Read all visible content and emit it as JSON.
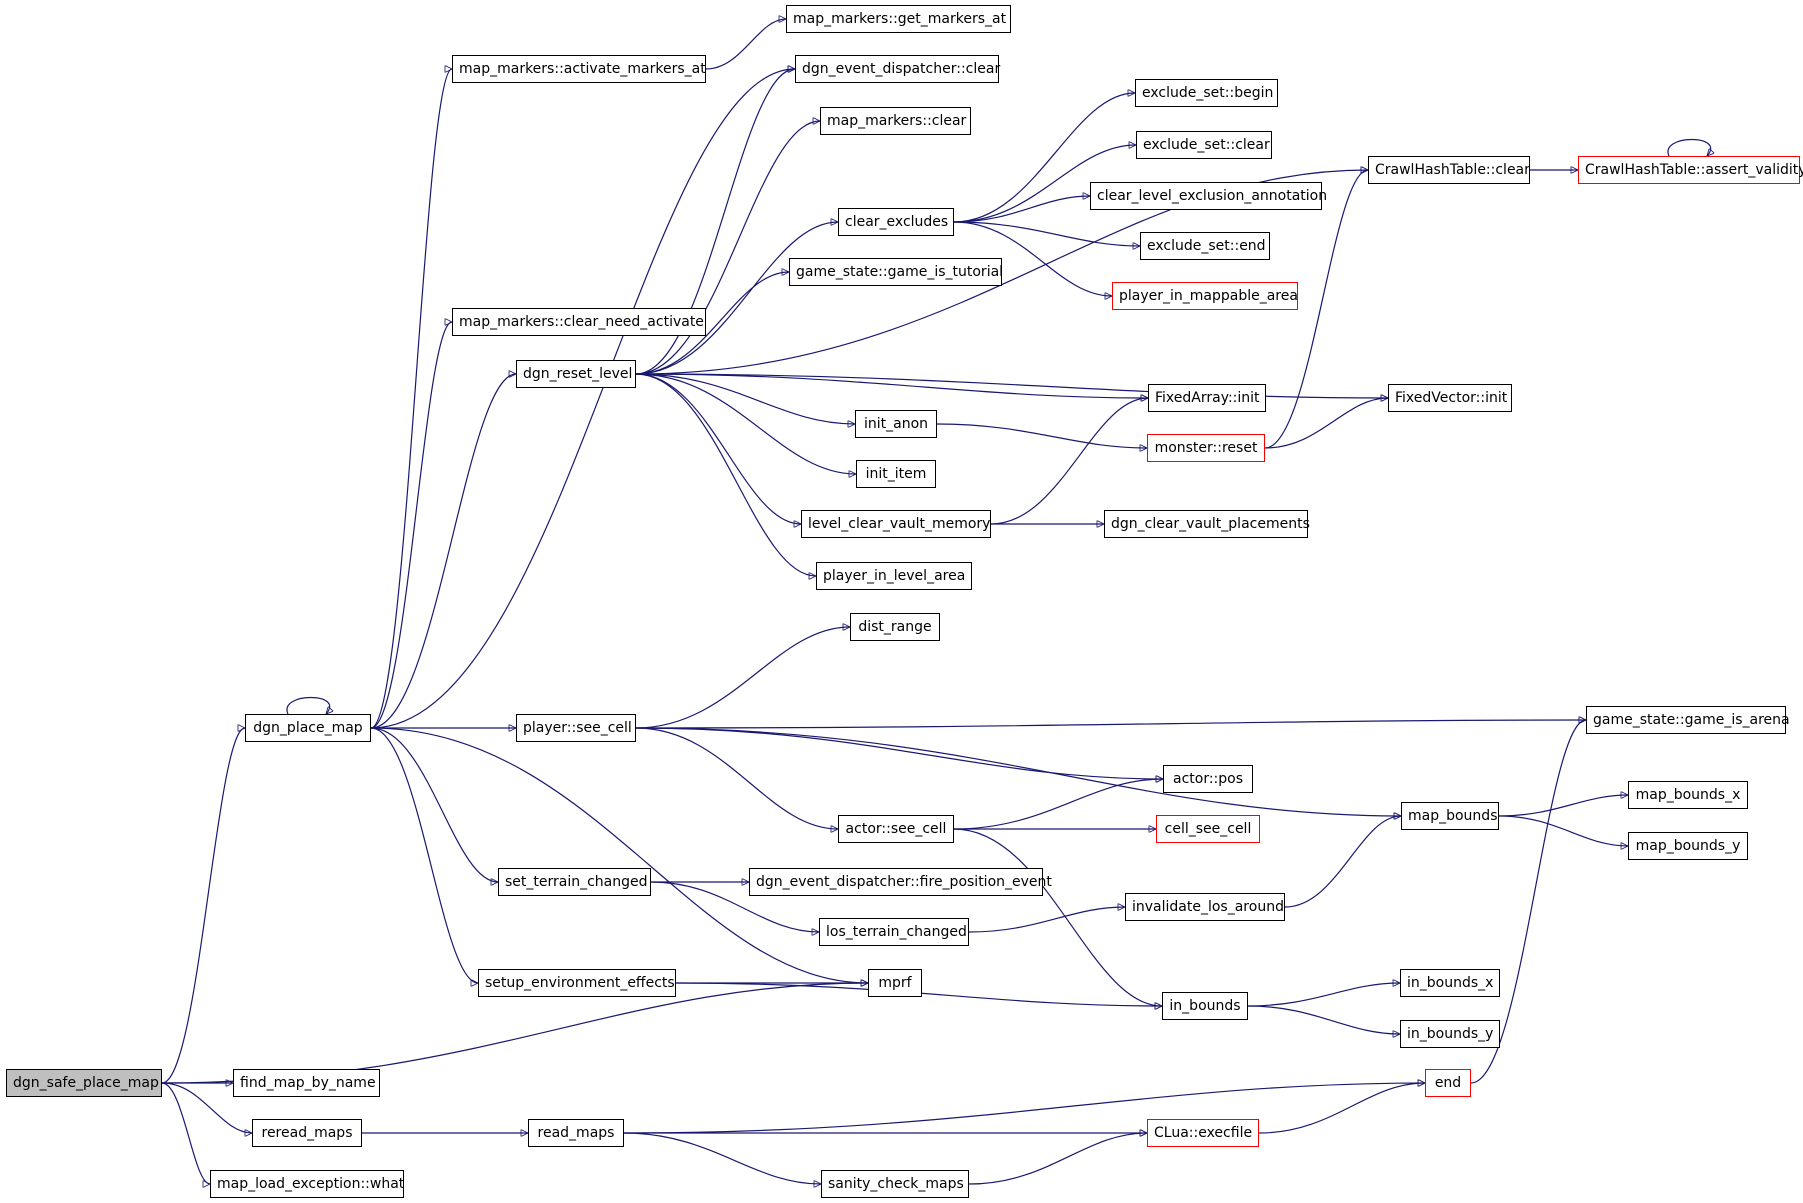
{
  "nodes": [
    {
      "id": "dgn_safe_place_map",
      "label": "dgn_safe_place_map",
      "style": "root"
    },
    {
      "id": "dgn_place_map",
      "label": "dgn_place_map"
    },
    {
      "id": "find_map_by_name",
      "label": "find_map_by_name"
    },
    {
      "id": "reread_maps",
      "label": "reread_maps"
    },
    {
      "id": "map_load_exception_what",
      "label": "map_load_exception::what"
    },
    {
      "id": "map_markers_activate_markers_at",
      "label": "map_markers::activate_markers_at"
    },
    {
      "id": "map_markers_clear_need_activate",
      "label": "map_markers::clear_need_activate"
    },
    {
      "id": "dgn_reset_level",
      "label": "dgn_reset_level"
    },
    {
      "id": "player_see_cell",
      "label": "player::see_cell"
    },
    {
      "id": "set_terrain_changed",
      "label": "set_terrain_changed"
    },
    {
      "id": "setup_environment_effects",
      "label": "setup_environment_effects"
    },
    {
      "id": "read_maps",
      "label": "read_maps"
    },
    {
      "id": "map_markers_get_markers_at",
      "label": "map_markers::get_markers_at"
    },
    {
      "id": "dgn_event_dispatcher_clear",
      "label": "dgn_event_dispatcher::clear"
    },
    {
      "id": "map_markers_clear",
      "label": "map_markers::clear"
    },
    {
      "id": "clear_excludes",
      "label": "clear_excludes"
    },
    {
      "id": "game_state_game_is_tutorial",
      "label": "game_state::game_is_tutorial"
    },
    {
      "id": "init_anon",
      "label": "init_anon"
    },
    {
      "id": "init_item",
      "label": "init_item"
    },
    {
      "id": "level_clear_vault_memory",
      "label": "level_clear_vault_memory"
    },
    {
      "id": "player_in_level_area",
      "label": "player_in_level_area"
    },
    {
      "id": "dist_range",
      "label": "dist_range"
    },
    {
      "id": "actor_see_cell",
      "label": "actor::see_cell"
    },
    {
      "id": "dgn_event_dispatcher_fire_position_event",
      "label": "dgn_event_dispatcher::fire_position_event"
    },
    {
      "id": "los_terrain_changed",
      "label": "los_terrain_changed"
    },
    {
      "id": "mprf",
      "label": "mprf"
    },
    {
      "id": "sanity_check_maps",
      "label": "sanity_check_maps"
    },
    {
      "id": "exclude_set_begin",
      "label": "exclude_set::begin"
    },
    {
      "id": "exclude_set_clear",
      "label": "exclude_set::clear"
    },
    {
      "id": "clear_level_exclusion_annotation",
      "label": "clear_level_exclusion_annotation"
    },
    {
      "id": "exclude_set_end",
      "label": "exclude_set::end"
    },
    {
      "id": "player_in_mappable_area",
      "label": "player_in_mappable_area",
      "style": "red"
    },
    {
      "id": "fixedarray_init",
      "label": "FixedArray::init"
    },
    {
      "id": "monster_reset",
      "label": "monster::reset",
      "style": "red"
    },
    {
      "id": "dgn_clear_vault_placements",
      "label": "dgn_clear_vault_placements"
    },
    {
      "id": "actor_pos",
      "label": "actor::pos"
    },
    {
      "id": "cell_see_cell",
      "label": "cell_see_cell",
      "style": "red"
    },
    {
      "id": "invalidate_los_around",
      "label": "invalidate_los_around"
    },
    {
      "id": "in_bounds",
      "label": "in_bounds"
    },
    {
      "id": "clua_execfile",
      "label": "CLua::execfile",
      "style": "red"
    },
    {
      "id": "crawlhashtable_clear",
      "label": "CrawlHashTable::clear"
    },
    {
      "id": "fixedvector_init",
      "label": "FixedVector::init"
    },
    {
      "id": "map_bounds",
      "label": "map_bounds"
    },
    {
      "id": "end",
      "label": "end",
      "style": "red"
    },
    {
      "id": "crawlhashtable_assert_validity",
      "label": "CrawlHashTable::assert_validity",
      "style": "red"
    },
    {
      "id": "game_state_game_is_arena",
      "label": "game_state::game_is_arena"
    },
    {
      "id": "map_bounds_x",
      "label": "map_bounds_x"
    },
    {
      "id": "map_bounds_y",
      "label": "map_bounds_y"
    },
    {
      "id": "in_bounds_x",
      "label": "in_bounds_x"
    },
    {
      "id": "in_bounds_y",
      "label": "in_bounds_y"
    }
  ],
  "edges": [
    [
      "dgn_safe_place_map",
      "dgn_place_map"
    ],
    [
      "dgn_safe_place_map",
      "mprf"
    ],
    [
      "dgn_safe_place_map",
      "find_map_by_name"
    ],
    [
      "dgn_safe_place_map",
      "reread_maps"
    ],
    [
      "dgn_safe_place_map",
      "map_load_exception_what"
    ],
    [
      "dgn_place_map",
      "dgn_place_map"
    ],
    [
      "dgn_place_map",
      "map_markers_activate_markers_at"
    ],
    [
      "dgn_place_map",
      "dgn_event_dispatcher_clear"
    ],
    [
      "dgn_place_map",
      "map_markers_clear_need_activate"
    ],
    [
      "dgn_place_map",
      "dgn_reset_level"
    ],
    [
      "dgn_place_map",
      "player_see_cell"
    ],
    [
      "dgn_place_map",
      "set_terrain_changed"
    ],
    [
      "dgn_place_map",
      "setup_environment_effects"
    ],
    [
      "dgn_place_map",
      "mprf"
    ],
    [
      "map_markers_activate_markers_at",
      "map_markers_get_markers_at"
    ],
    [
      "dgn_reset_level",
      "dgn_event_dispatcher_clear"
    ],
    [
      "dgn_reset_level",
      "map_markers_clear"
    ],
    [
      "dgn_reset_level",
      "crawlhashtable_clear"
    ],
    [
      "dgn_reset_level",
      "clear_excludes"
    ],
    [
      "dgn_reset_level",
      "game_state_game_is_tutorial"
    ],
    [
      "dgn_reset_level",
      "fixedvector_init"
    ],
    [
      "dgn_reset_level",
      "fixedarray_init"
    ],
    [
      "dgn_reset_level",
      "init_anon"
    ],
    [
      "dgn_reset_level",
      "init_item"
    ],
    [
      "dgn_reset_level",
      "level_clear_vault_memory"
    ],
    [
      "dgn_reset_level",
      "player_in_level_area"
    ],
    [
      "clear_excludes",
      "exclude_set_begin"
    ],
    [
      "clear_excludes",
      "exclude_set_clear"
    ],
    [
      "clear_excludes",
      "clear_level_exclusion_annotation"
    ],
    [
      "clear_excludes",
      "exclude_set_end"
    ],
    [
      "clear_excludes",
      "player_in_mappable_area"
    ],
    [
      "init_anon",
      "monster_reset"
    ],
    [
      "monster_reset",
      "crawlhashtable_clear"
    ],
    [
      "monster_reset",
      "fixedvector_init"
    ],
    [
      "level_clear_vault_memory",
      "fixedarray_init"
    ],
    [
      "level_clear_vault_memory",
      "dgn_clear_vault_placements"
    ],
    [
      "crawlhashtable_clear",
      "crawlhashtable_assert_validity"
    ],
    [
      "crawlhashtable_assert_validity",
      "crawlhashtable_assert_validity"
    ],
    [
      "player_see_cell",
      "dist_range"
    ],
    [
      "player_see_cell",
      "game_state_game_is_arena"
    ],
    [
      "player_see_cell",
      "map_bounds"
    ],
    [
      "player_see_cell",
      "actor_pos"
    ],
    [
      "player_see_cell",
      "actor_see_cell"
    ],
    [
      "actor_see_cell",
      "actor_pos"
    ],
    [
      "actor_see_cell",
      "cell_see_cell"
    ],
    [
      "actor_see_cell",
      "in_bounds"
    ],
    [
      "map_bounds",
      "map_bounds_x"
    ],
    [
      "map_bounds",
      "map_bounds_y"
    ],
    [
      "set_terrain_changed",
      "dgn_event_dispatcher_fire_position_event"
    ],
    [
      "set_terrain_changed",
      "los_terrain_changed"
    ],
    [
      "los_terrain_changed",
      "invalidate_los_around"
    ],
    [
      "invalidate_los_around",
      "map_bounds"
    ],
    [
      "setup_environment_effects",
      "mprf"
    ],
    [
      "setup_environment_effects",
      "in_bounds"
    ],
    [
      "in_bounds",
      "in_bounds_x"
    ],
    [
      "in_bounds",
      "in_bounds_y"
    ],
    [
      "reread_maps",
      "read_maps"
    ],
    [
      "read_maps",
      "end"
    ],
    [
      "read_maps",
      "clua_execfile"
    ],
    [
      "read_maps",
      "sanity_check_maps"
    ],
    [
      "sanity_check_maps",
      "clua_execfile"
    ],
    [
      "clua_execfile",
      "end"
    ],
    [
      "end",
      "game_state_game_is_arena"
    ]
  ]
}
